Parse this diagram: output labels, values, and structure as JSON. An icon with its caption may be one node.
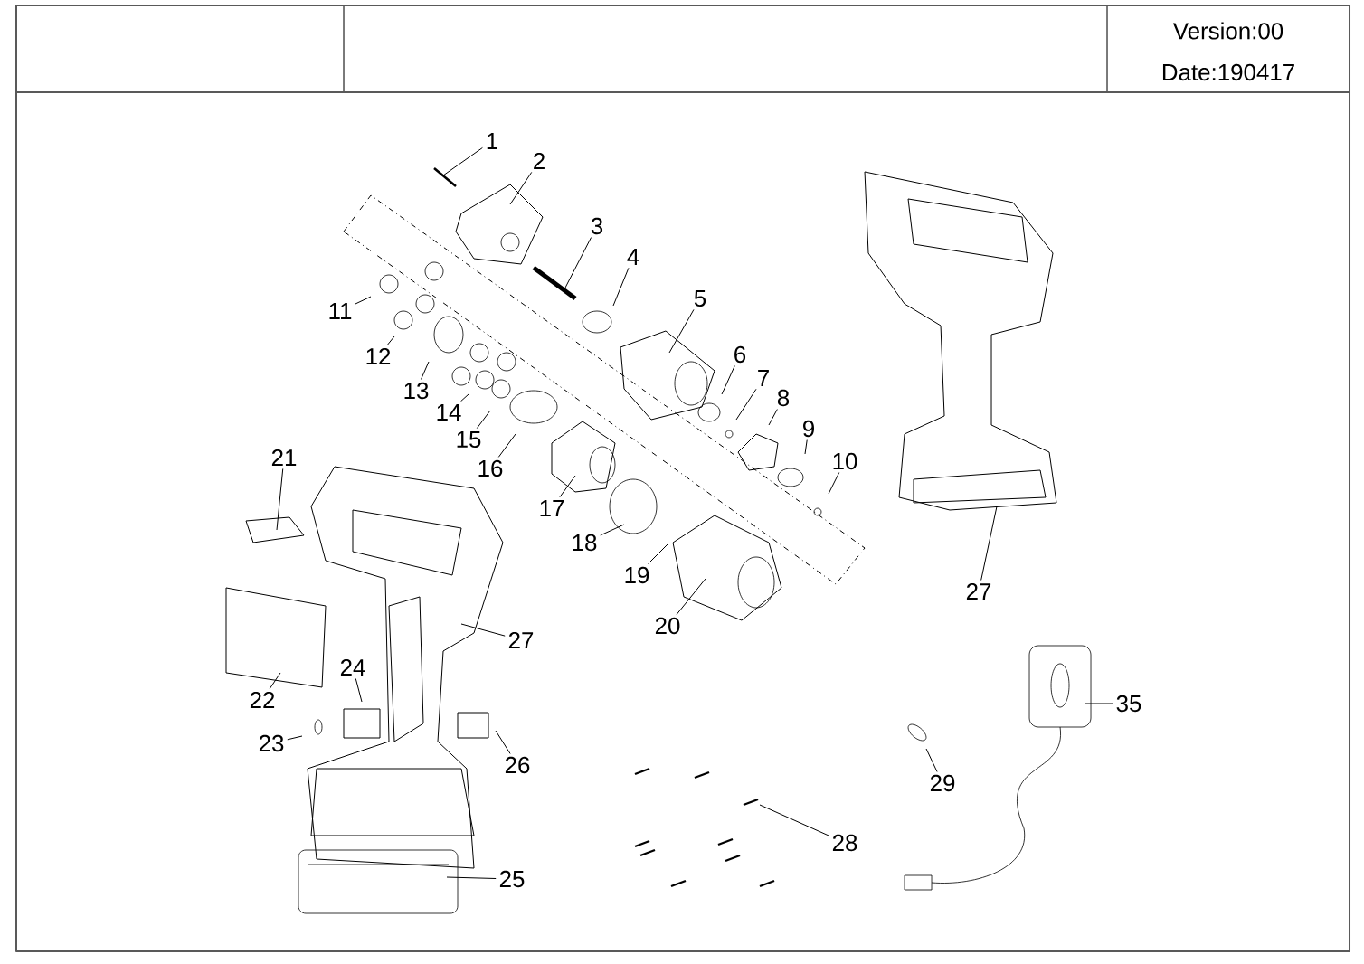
{
  "diagram": {
    "nodes": [
      {
        "text": [
          "1"
        ]
      },
      {
        "text": [
          "2"
        ]
      },
      {
        "text": [
          "3"
        ]
      },
      {
        "text": [
          "4"
        ]
      },
      {
        "text": [
          "5"
        ]
      },
      {
        "text": [
          "6"
        ]
      },
      {
        "text": [
          "7"
        ]
      },
      {
        "text": [
          "8"
        ]
      },
      {
        "text": [
          "9"
        ]
      },
      {
        "text": [
          "10"
        ]
      },
      {
        "text": [
          "11"
        ]
      },
      {
        "text": [
          "12"
        ]
      },
      {
        "text": [
          "13"
        ]
      },
      {
        "text": [
          "14"
        ]
      },
      {
        "text": [
          "15"
        ]
      },
      {
        "text": [
          "16"
        ]
      },
      {
        "text": [
          "17"
        ]
      },
      {
        "text": [
          "18"
        ]
      },
      {
        "text": [
          "19"
        ]
      },
      {
        "text": [
          "20"
        ]
      },
      {
        "text": [
          "21"
        ]
      },
      {
        "text": [
          "22"
        ]
      },
      {
        "text": [
          "23"
        ]
      },
      {
        "text": [
          "24"
        ]
      },
      {
        "text": [
          "25"
        ]
      },
      {
        "text": [
          "26"
        ]
      },
      {
        "text": [
          "27"
        ]
      },
      {
        "text": [
          "27"
        ]
      },
      {
        "text": [
          "28"
        ]
      },
      {
        "text": [
          "29"
        ]
      },
      {
        "text": [
          "35"
        ]
      }
    ],
    "edges": [
      {
        "from": 0,
        "to": null,
        "arrow": "none"
      },
      {
        "from": 1,
        "to": null,
        "arrow": "none"
      },
      {
        "from": 2,
        "to": null,
        "arrow": "none"
      },
      {
        "from": 3,
        "to": null,
        "arrow": "none"
      },
      {
        "from": 4,
        "to": null,
        "arrow": "none"
      },
      {
        "from": 5,
        "to": null,
        "arrow": "none"
      },
      {
        "from": 6,
        "to": null,
        "arrow": "none"
      },
      {
        "from": 7,
        "to": null,
        "arrow": "none"
      },
      {
        "from": 8,
        "to": null,
        "arrow": "none"
      },
      {
        "from": 9,
        "to": null,
        "arrow": "none"
      },
      {
        "from": 10,
        "to": null,
        "arrow": "none"
      },
      {
        "from": 11,
        "to": null,
        "arrow": "none"
      },
      {
        "from": 12,
        "to": null,
        "arrow": "none"
      },
      {
        "from": 13,
        "to": null,
        "arrow": "none"
      },
      {
        "from": 14,
        "to": null,
        "arrow": "none"
      },
      {
        "from": 15,
        "to": null,
        "arrow": "none"
      },
      {
        "from": 16,
        "to": null,
        "arrow": "none"
      },
      {
        "from": 17,
        "to": null,
        "arrow": "none"
      },
      {
        "from": 18,
        "to": null,
        "arrow": "none"
      },
      {
        "from": 19,
        "to": null,
        "arrow": "none"
      },
      {
        "from": 20,
        "to": null,
        "arrow": "none"
      },
      {
        "from": 21,
        "to": null,
        "arrow": "none"
      },
      {
        "from": 22,
        "to": null,
        "arrow": "none"
      },
      {
        "from": 23,
        "to": null,
        "arrow": "none"
      },
      {
        "from": 24,
        "to": null,
        "arrow": "none"
      },
      {
        "from": 25,
        "to": null,
        "arrow": "none"
      },
      {
        "from": 26,
        "to": null,
        "arrow": "none"
      },
      {
        "from": 27,
        "to": null,
        "arrow": "none"
      },
      {
        "from": 28,
        "to": null,
        "arrow": "none"
      },
      {
        "from": 29,
        "to": null,
        "arrow": "none"
      },
      {
        "from": 30,
        "to": null,
        "arrow": "none"
      }
    ],
    "labels": [
      "Version:00",
      "Date:190417"
    ]
  }
}
